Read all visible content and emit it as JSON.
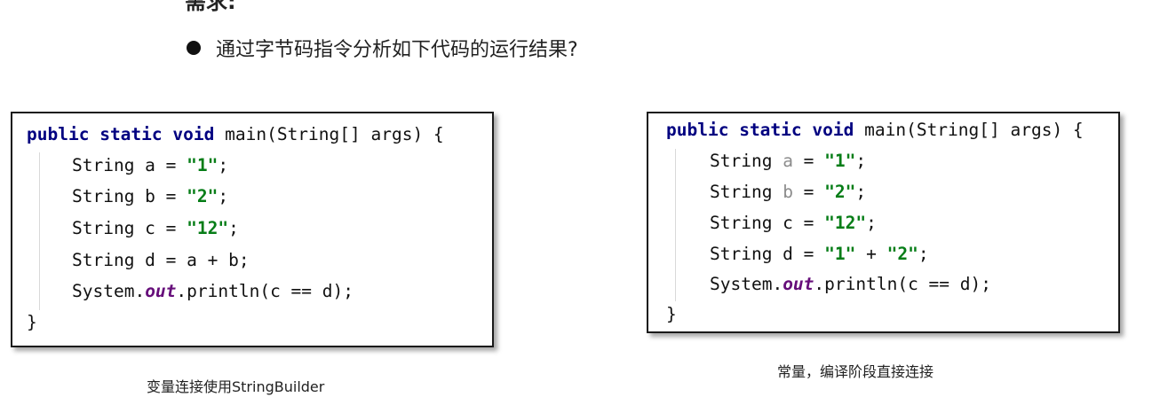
{
  "heading": "需求:",
  "bullet_text": "通过字节码指令分析如下代码的运行结果?",
  "code_left": {
    "sig": [
      "public",
      "static",
      "void",
      "main(String[] args) {"
    ],
    "line_a": [
      "String a = ",
      "\"1\"",
      ";"
    ],
    "line_b": [
      "String b = ",
      "\"2\"",
      ";"
    ],
    "line_c": [
      "String c = ",
      "\"12\"",
      ";"
    ],
    "line_d": "String d = a + b;",
    "line_print": [
      "System.",
      "out",
      ".println(c == d);"
    ],
    "close": "}"
  },
  "code_right": {
    "sig": [
      "public",
      "static",
      "void",
      "main(String[] args) {"
    ],
    "line_a": [
      "String ",
      "a",
      " = ",
      "\"1\"",
      ";"
    ],
    "line_b": [
      "String ",
      "b",
      " = ",
      "\"2\"",
      ";"
    ],
    "line_c": [
      "String c = ",
      "\"12\"",
      ";"
    ],
    "line_d": [
      "String d = ",
      "\"1\"",
      " + ",
      "\"2\"",
      ";"
    ],
    "line_print": [
      "System.",
      "out",
      ".println(c == d);"
    ],
    "close": "}"
  },
  "caption_left": "变量连接使用StringBuilder",
  "caption_right": "常量，编译阶段直接连接"
}
